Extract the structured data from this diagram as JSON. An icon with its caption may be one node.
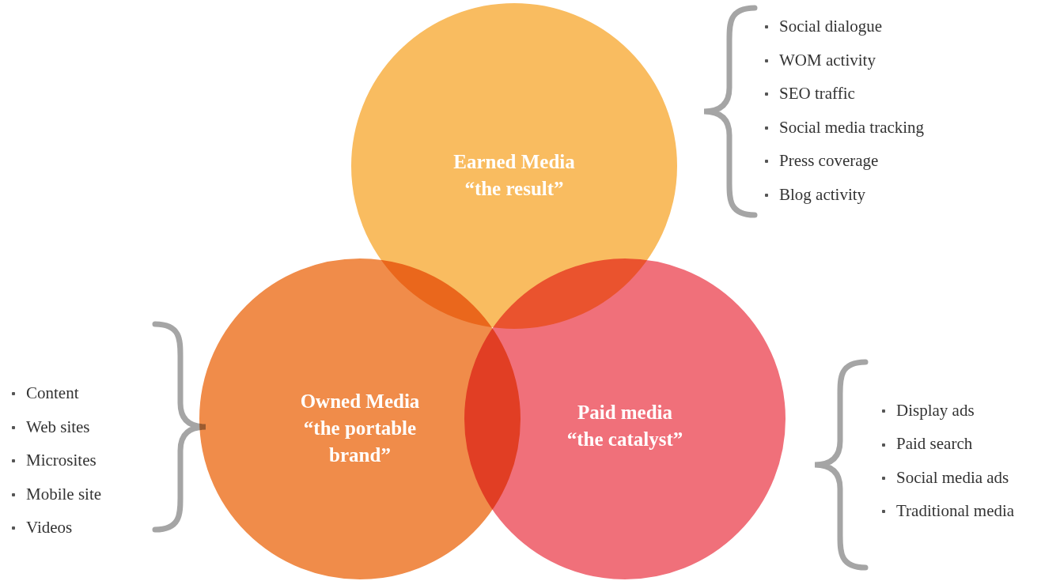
{
  "diagram": {
    "nodes": [
      {
        "text": [
          "Earned Media",
          "“the result”"
        ],
        "beside": [
          "Social dialogue",
          "WOM activity",
          "SEO traffic",
          "Social media tracking",
          "Press coverage",
          "Blog activity"
        ]
      },
      {
        "text": [
          "Owned Media",
          "“the portable brand”"
        ],
        "beside": [
          "Content",
          "Web sites",
          "Microsites",
          "Mobile site",
          "Videos"
        ]
      },
      {
        "text": [
          "Paid media",
          "“the catalyst”"
        ],
        "beside": [
          "Display ads",
          "Paid search",
          "Social media ads",
          "Traditional media"
        ]
      }
    ]
  }
}
